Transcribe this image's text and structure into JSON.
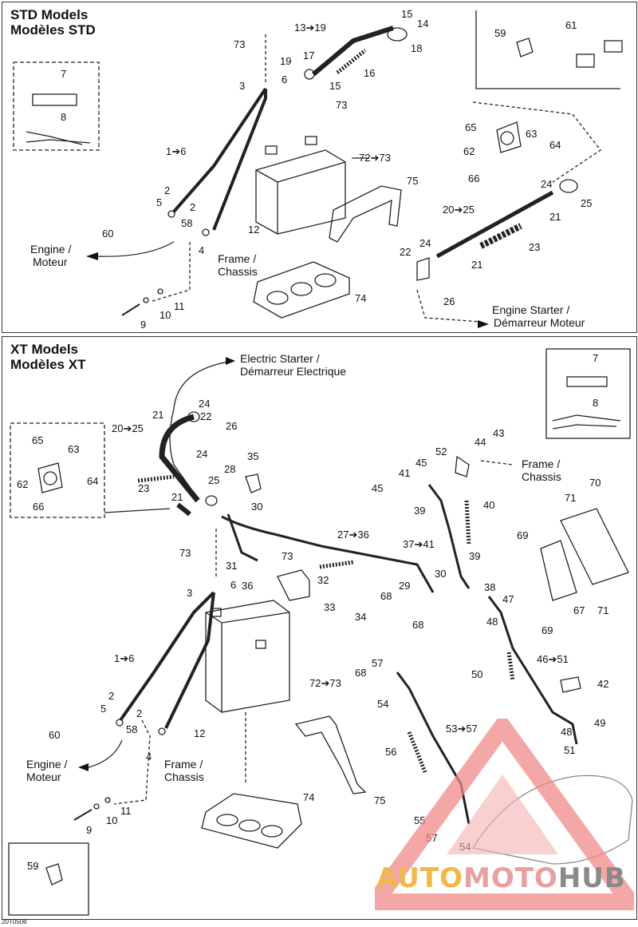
{
  "std": {
    "title_en": "STD Models",
    "title_fr": "Modèles STD",
    "labels": [
      "73",
      "13➔19",
      "15",
      "14",
      "18",
      "17",
      "19",
      "6",
      "3",
      "15",
      "16",
      "73",
      "1➔6",
      "72➔73",
      "2",
      "5",
      "60",
      "58",
      "2",
      "4",
      "12",
      "75",
      "7",
      "8",
      "59",
      "61",
      "65",
      "62",
      "63",
      "64",
      "66",
      "24",
      "25",
      "20➔25",
      "21",
      "23",
      "24",
      "22",
      "21",
      "74",
      "26",
      "11",
      "10",
      "9"
    ],
    "destinations": {
      "engine_en": "Engine /",
      "engine_fr": "Moteur",
      "frame_en": "Frame /",
      "frame_fr": "Chassis",
      "starter_en": "Engine Starter /",
      "starter_fr": "Démarreur Moteur"
    }
  },
  "xt": {
    "title_en": "XT Models",
    "title_fr": "Modèles XT",
    "labels": [
      "24",
      "22",
      "21",
      "26",
      "20➔25",
      "65",
      "63",
      "64",
      "62",
      "66",
      "23",
      "24",
      "21",
      "25",
      "28",
      "35",
      "30",
      "73",
      "73",
      "31",
      "36",
      "27➔36",
      "32",
      "33",
      "6",
      "3",
      "1➔6",
      "72➔73",
      "2",
      "5",
      "60",
      "58",
      "2",
      "4",
      "12",
      "11",
      "10",
      "9",
      "43",
      "44",
      "52",
      "45",
      "41",
      "45",
      "39",
      "40",
      "37➔41",
      "39",
      "30",
      "29",
      "68",
      "34",
      "68",
      "38",
      "47",
      "48",
      "69",
      "70",
      "71",
      "69",
      "67",
      "71",
      "57",
      "68",
      "54",
      "46➔51",
      "50",
      "42",
      "53➔57",
      "56",
      "48",
      "49",
      "51",
      "74",
      "75",
      "55",
      "57",
      "54",
      "59",
      "7",
      "8"
    ],
    "destinations": {
      "starter_en": "Electric Starter /",
      "starter_fr": "Démarreur Electrique",
      "frame_en": "Frame /",
      "frame_fr": "Chassis",
      "engine_en": "Engine /",
      "engine_fr": "Moteur",
      "frame2_en": "Frame /",
      "frame2_fr": "Chassis"
    }
  },
  "footer_code": "20T0506",
  "watermark": {
    "part1": "AUTO",
    "part2": "MOTO",
    "part3": "HUB",
    "colors": {
      "primary": "#e84040",
      "light": "#f5a0a0"
    }
  }
}
